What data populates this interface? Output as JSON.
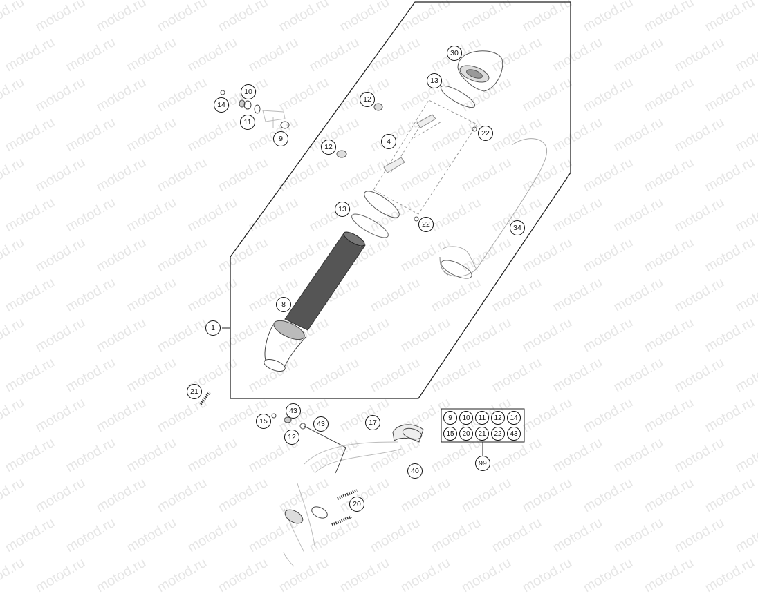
{
  "watermark": {
    "text": "motod.ru",
    "color": "#e6e6e6"
  },
  "callouts": [
    {
      "id": "c-30",
      "label": "30"
    },
    {
      "id": "c-13a",
      "label": "13"
    },
    {
      "id": "c-12a",
      "label": "12"
    },
    {
      "id": "c-10",
      "label": "10"
    },
    {
      "id": "c-14",
      "label": "14"
    },
    {
      "id": "c-11",
      "label": "11"
    },
    {
      "id": "c-9",
      "label": "9"
    },
    {
      "id": "c-22a",
      "label": "22"
    },
    {
      "id": "c-4",
      "label": "4"
    },
    {
      "id": "c-12b",
      "label": "12"
    },
    {
      "id": "c-13b",
      "label": "13"
    },
    {
      "id": "c-22b",
      "label": "22"
    },
    {
      "id": "c-34",
      "label": "34"
    },
    {
      "id": "c-8",
      "label": "8"
    },
    {
      "id": "c-1",
      "label": "1"
    },
    {
      "id": "c-21",
      "label": "21"
    },
    {
      "id": "c-43a",
      "label": "43"
    },
    {
      "id": "c-15",
      "label": "15"
    },
    {
      "id": "c-43b",
      "label": "43"
    },
    {
      "id": "c-17",
      "label": "17"
    },
    {
      "id": "c-12c",
      "label": "12"
    },
    {
      "id": "c-40",
      "label": "40"
    },
    {
      "id": "c-20",
      "label": "20"
    },
    {
      "id": "c-99",
      "label": "99"
    }
  ],
  "kit": {
    "rows": [
      [
        "9",
        "10",
        "11",
        "12",
        "14"
      ],
      [
        "15",
        "20",
        "21",
        "22",
        "43"
      ]
    ]
  }
}
